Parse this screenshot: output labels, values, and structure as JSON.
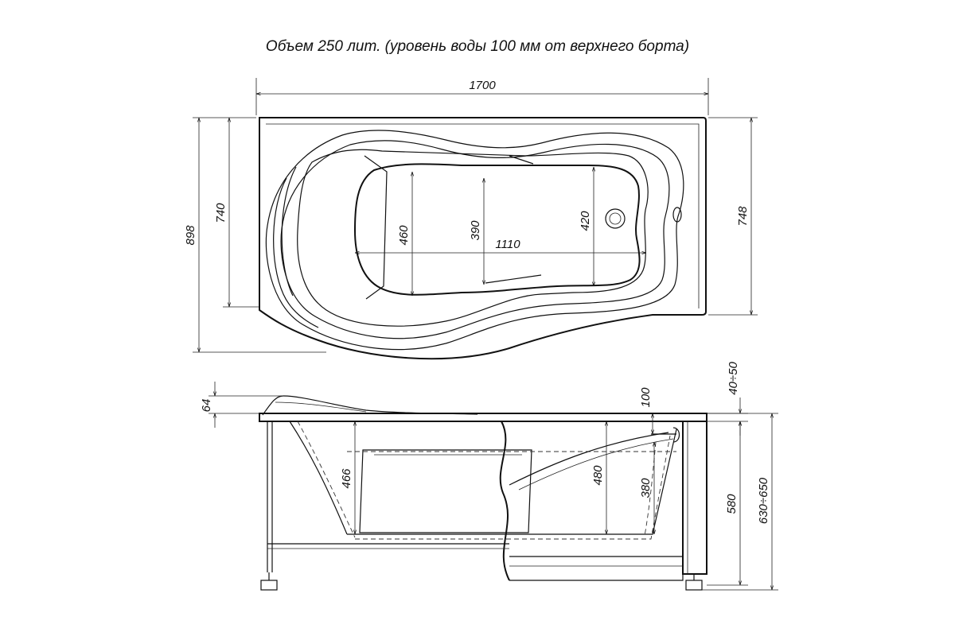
{
  "title": "Объем 250 лит. (уровень воды 100 мм от верхнего борта)",
  "top_view": {
    "dims": {
      "length": "1700",
      "width_total": "898",
      "width_rim": "740",
      "width_right": "748",
      "basin_length": "1110",
      "basin_width_left": "460",
      "basin_width_mid": "390",
      "basin_width_right": "420"
    }
  },
  "side_view": {
    "dims": {
      "headrest_height": "64",
      "water_level": "100",
      "rim_gap": "40÷50",
      "basin_depth_left": "466",
      "basin_depth_mid": "480",
      "basin_depth_right": "380",
      "tub_height": "580",
      "total_height": "630÷650"
    }
  }
}
